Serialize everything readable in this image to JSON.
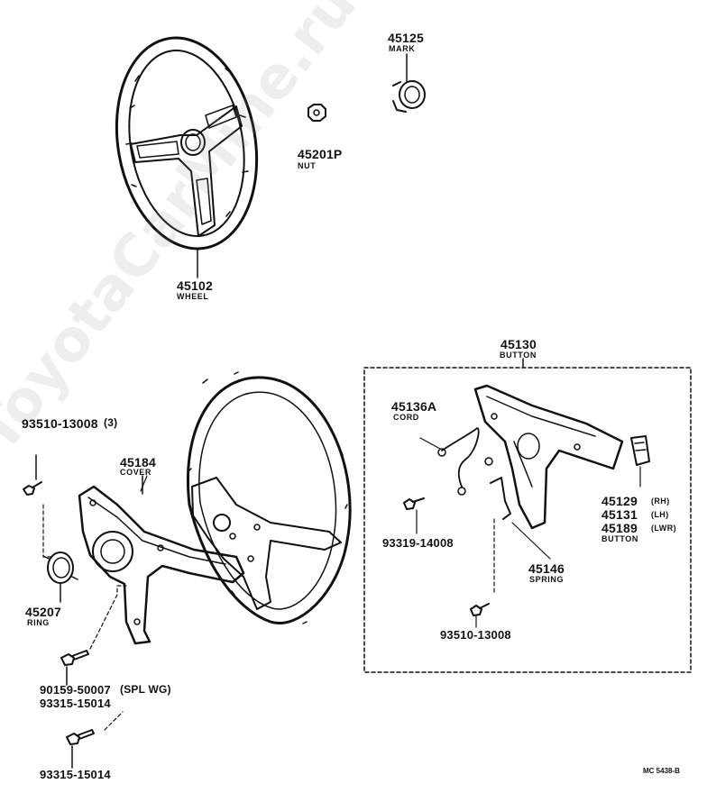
{
  "watermark": "ToyotaCarMine.ru",
  "diagram_code": "MC 5438-B",
  "parts": {
    "mark": {
      "number": "45125",
      "name": "MARK"
    },
    "nut": {
      "number": "45201P",
      "name": "NUT"
    },
    "wheel": {
      "number": "45102",
      "name": "WHEEL"
    },
    "button": {
      "number": "45130",
      "name": "BUTTON"
    },
    "cord": {
      "number": "45136A",
      "name": "CORD"
    },
    "cover": {
      "number": "45184",
      "name": "COVER"
    },
    "screw_top": {
      "number": "93510-13008",
      "qty": "(3)"
    },
    "ring": {
      "number": "45207",
      "name": "RING"
    },
    "btn_rh": {
      "number": "45129",
      "note": "(RH)"
    },
    "btn_lh": {
      "number": "45131",
      "note": "(LH)"
    },
    "btn_lwr": {
      "number": "45189",
      "note": "(LWR)",
      "name": "BUTTON"
    },
    "screw_93319": {
      "number": "93319-14008"
    },
    "spring": {
      "number": "45146",
      "name": "SPRING"
    },
    "screw_inbox": {
      "number": "93510-13008"
    },
    "bolt_spl": {
      "number": "90159-50007",
      "note": "(SPL WG)"
    },
    "bolt_a": {
      "number": "93315-15014"
    },
    "bolt_b": {
      "number": "93315-15014"
    }
  }
}
